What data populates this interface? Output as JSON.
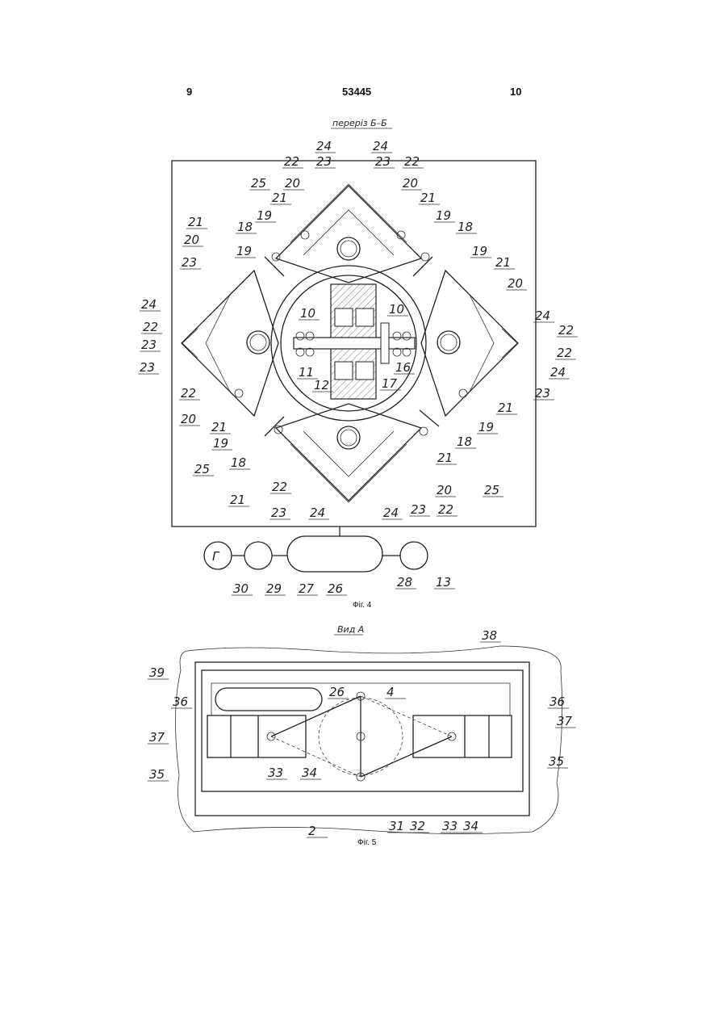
{
  "header": {
    "left_page": "9",
    "doc_number": "53445",
    "right_page": "10"
  },
  "fig4": {
    "section_title": "переріз Б–Б",
    "caption": "Фіг. 4",
    "generator_label": "Г",
    "labels": [
      "24",
      "24",
      "22",
      "23",
      "23",
      "22",
      "25",
      "20",
      "20",
      "21",
      "21",
      "19",
      "19",
      "18",
      "18",
      "21",
      "20",
      "19",
      "19",
      "21",
      "20",
      "23",
      "24",
      "24",
      "23",
      "22",
      "22",
      "22",
      "24",
      "23",
      "22",
      "10",
      "10",
      "11",
      "12",
      "17",
      "16",
      "20",
      "21",
      "23",
      "21",
      "19",
      "18",
      "19",
      "18",
      "21",
      "20",
      "25",
      "25",
      "22",
      "24",
      "24",
      "23",
      "22",
      "21",
      "23",
      "30",
      "29",
      "27",
      "26",
      "28",
      "13"
    ]
  },
  "fig5": {
    "view_title": "Вид А",
    "caption": "Фіг. 5",
    "labels": [
      "38",
      "39",
      "26",
      "4",
      "36",
      "36",
      "37",
      "37",
      "35",
      "35",
      "33",
      "34",
      "31",
      "32",
      "33",
      "34",
      "2"
    ]
  }
}
